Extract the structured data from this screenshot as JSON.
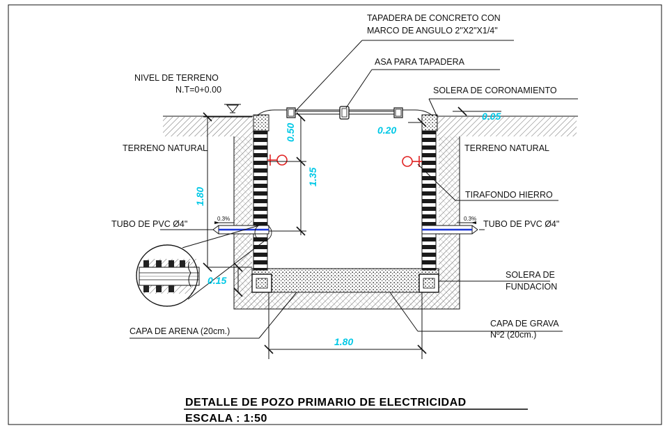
{
  "labels": {
    "tapadera_line1": "TAPADERA DE CONCRETO CON",
    "tapadera_line2": "MARCO DE ANGULO 2\"X2\"X1/4\"",
    "asa": "ASA PARA TAPADERA",
    "nivel_line1": "NIVEL DE TERRENO",
    "nivel_line2": "N.T=0+0.00",
    "solera_coronamiento": "SOLERA DE CORONAMIENTO",
    "terreno_left": "TERRENO NATURAL",
    "terreno_right": "TERRENO NATURAL",
    "tirafondo": "TIRAFONDO HIERRO",
    "tubo_left": "TUBO DE PVC Ø4\"",
    "tubo_right": "TUBO DE PVC Ø4\"",
    "slope_left": "0.3%",
    "slope_right": "0.3%",
    "solera_fund_line1": "SOLERA DE",
    "solera_fund_line2": "FUNDACION",
    "capa_arena": "CAPA DE ARENA (20cm.)",
    "capa_grava_line1": "CAPA DE GRAVA",
    "capa_grava_line2": "Nº2 (20cm.)"
  },
  "dimensions": {
    "d_050": "0.50",
    "d_135": "1.35",
    "d_180_vertical": "1.80",
    "d_015": "0.15",
    "d_180_horizontal": "1.80",
    "d_020": "0.20",
    "d_005": "0.05"
  },
  "title_block": {
    "title": "DETALLE DE POZO PRIMARIO DE ELECTRICIDAD",
    "scale": "ESCALA :  1:50"
  },
  "colors": {
    "dimension": "#00c8e6",
    "pipe": "#1a35d6",
    "hook": "#e02020",
    "line": "#111111"
  }
}
